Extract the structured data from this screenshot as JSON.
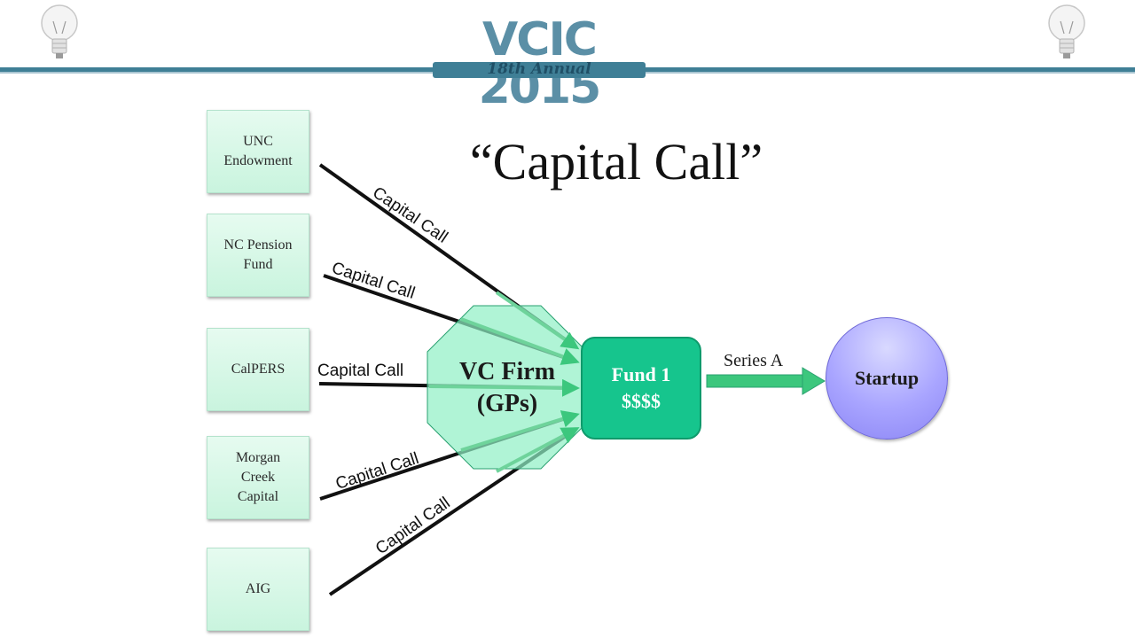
{
  "header": {
    "logo_title": "VCIC 2015",
    "logo_subtitle": "18th Annual"
  },
  "title": "“Capital Call”",
  "investors": [
    {
      "line1": "UNC",
      "line2": "Endowment",
      "line3": ""
    },
    {
      "line1": "NC Pension",
      "line2": "Fund",
      "line3": ""
    },
    {
      "line1": "CalPERS",
      "line2": "",
      "line3": ""
    },
    {
      "line1": "Morgan",
      "line2": "Creek",
      "line3": "Capital"
    },
    {
      "line1": "AIG",
      "line2": "",
      "line3": ""
    }
  ],
  "flow_labels": [
    "Capital Call",
    "Capital Call",
    "Capital Call",
    "Capital Call",
    "Capital Call"
  ],
  "vc_firm": {
    "line1": "VC Firm",
    "line2": "(GPs)"
  },
  "fund": {
    "line1": "Fund 1",
    "line2": "$$$$"
  },
  "series_label": "Series A",
  "startup": "Startup",
  "colors": {
    "octagon": "#8ff0c4",
    "fund": "#16c58d",
    "arrow_green": "#3cc77d",
    "startup": "#a9a5ff",
    "header_bar": "#3f7f96"
  }
}
